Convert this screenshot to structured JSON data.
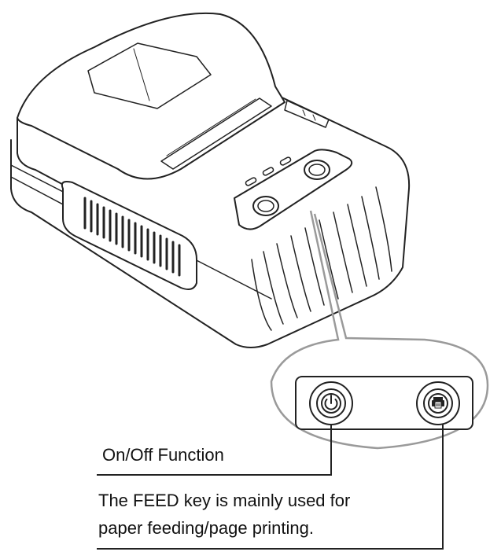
{
  "callouts": {
    "on_off": {
      "text": "On/Off Function",
      "icon": "power-icon"
    },
    "feed": {
      "line1": "The FEED key is mainly used for",
      "line2": "paper feeding/page printing.",
      "icon": "printer-icon"
    }
  },
  "colors": {
    "line": "#222222",
    "callout_bubble": "#9a9a9a",
    "background": "#ffffff"
  }
}
